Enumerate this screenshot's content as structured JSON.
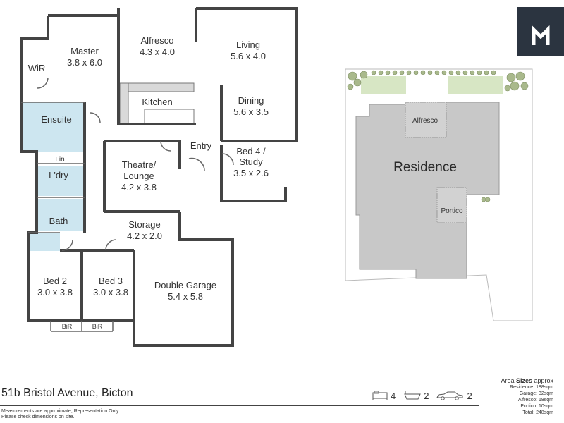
{
  "floor_plan": {
    "rooms": {
      "master": {
        "name": "Master",
        "size": "3.8 x 6.0"
      },
      "wir": {
        "name": "WiR"
      },
      "alfresco": {
        "name": "Alfresco",
        "size": "4.3 x 4.0"
      },
      "living": {
        "name": "Living",
        "size": "5.6 x 4.0"
      },
      "dining": {
        "name": "Dining",
        "size": "5.6 x 3.5"
      },
      "kitchen": {
        "name": "Kitchen"
      },
      "ensuite": {
        "name": "Ensuite"
      },
      "lin": {
        "name": "Lin"
      },
      "laundry": {
        "name": "L'dry"
      },
      "theatre": {
        "name_line1": "Theatre/",
        "name_line2": "Lounge",
        "size": "4.2 x 3.8"
      },
      "entry": {
        "name": "Entry"
      },
      "bed4": {
        "name_line1": "Bed 4 /",
        "name_line2": "Study",
        "size": "3.5 x 2.6"
      },
      "bath": {
        "name": "Bath"
      },
      "storage": {
        "name": "Storage",
        "size": "4.2 x 2.0"
      },
      "bed2": {
        "name": "Bed 2",
        "size": "3.0 x 3.8"
      },
      "bed3": {
        "name": "Bed 3",
        "size": "3.0 x 3.8"
      },
      "bir1": {
        "name": "BiR"
      },
      "bir2": {
        "name": "BiR"
      },
      "garage": {
        "name": "Double Garage",
        "size": "5.4 x 5.8"
      }
    }
  },
  "site_plan": {
    "residence": "Residence",
    "alfresco": "Alfresco",
    "portico": "Portico"
  },
  "footer": {
    "address": "51b Bristol Avenue, Bicton",
    "disclaimer_line1": "Measurements are approximate, Representation Only",
    "disclaimer_line2": "Please check dimensions on site.",
    "bedrooms": "4",
    "bathrooms": "2",
    "cars": "2",
    "areas_title_prefix": "Area ",
    "areas_title_bold": "Sizes",
    "areas_title_suffix": " approx",
    "areas": [
      "Residence: 188sqm",
      "Garage: 32sqm",
      "Alfresco: 18sqm",
      "Portico: 10sqm",
      "Total: 248sqm"
    ]
  },
  "icons": {
    "logo": "m-logo-icon",
    "bed": "bed-icon",
    "bath": "bathtub-icon",
    "car": "car-icon"
  },
  "colors": {
    "logo_bg": "#2b3440",
    "wall": "#444444",
    "wet_area": "#cde6f0",
    "residence_fill": "#c8c8c8",
    "lawn": "#d7e6c4"
  }
}
